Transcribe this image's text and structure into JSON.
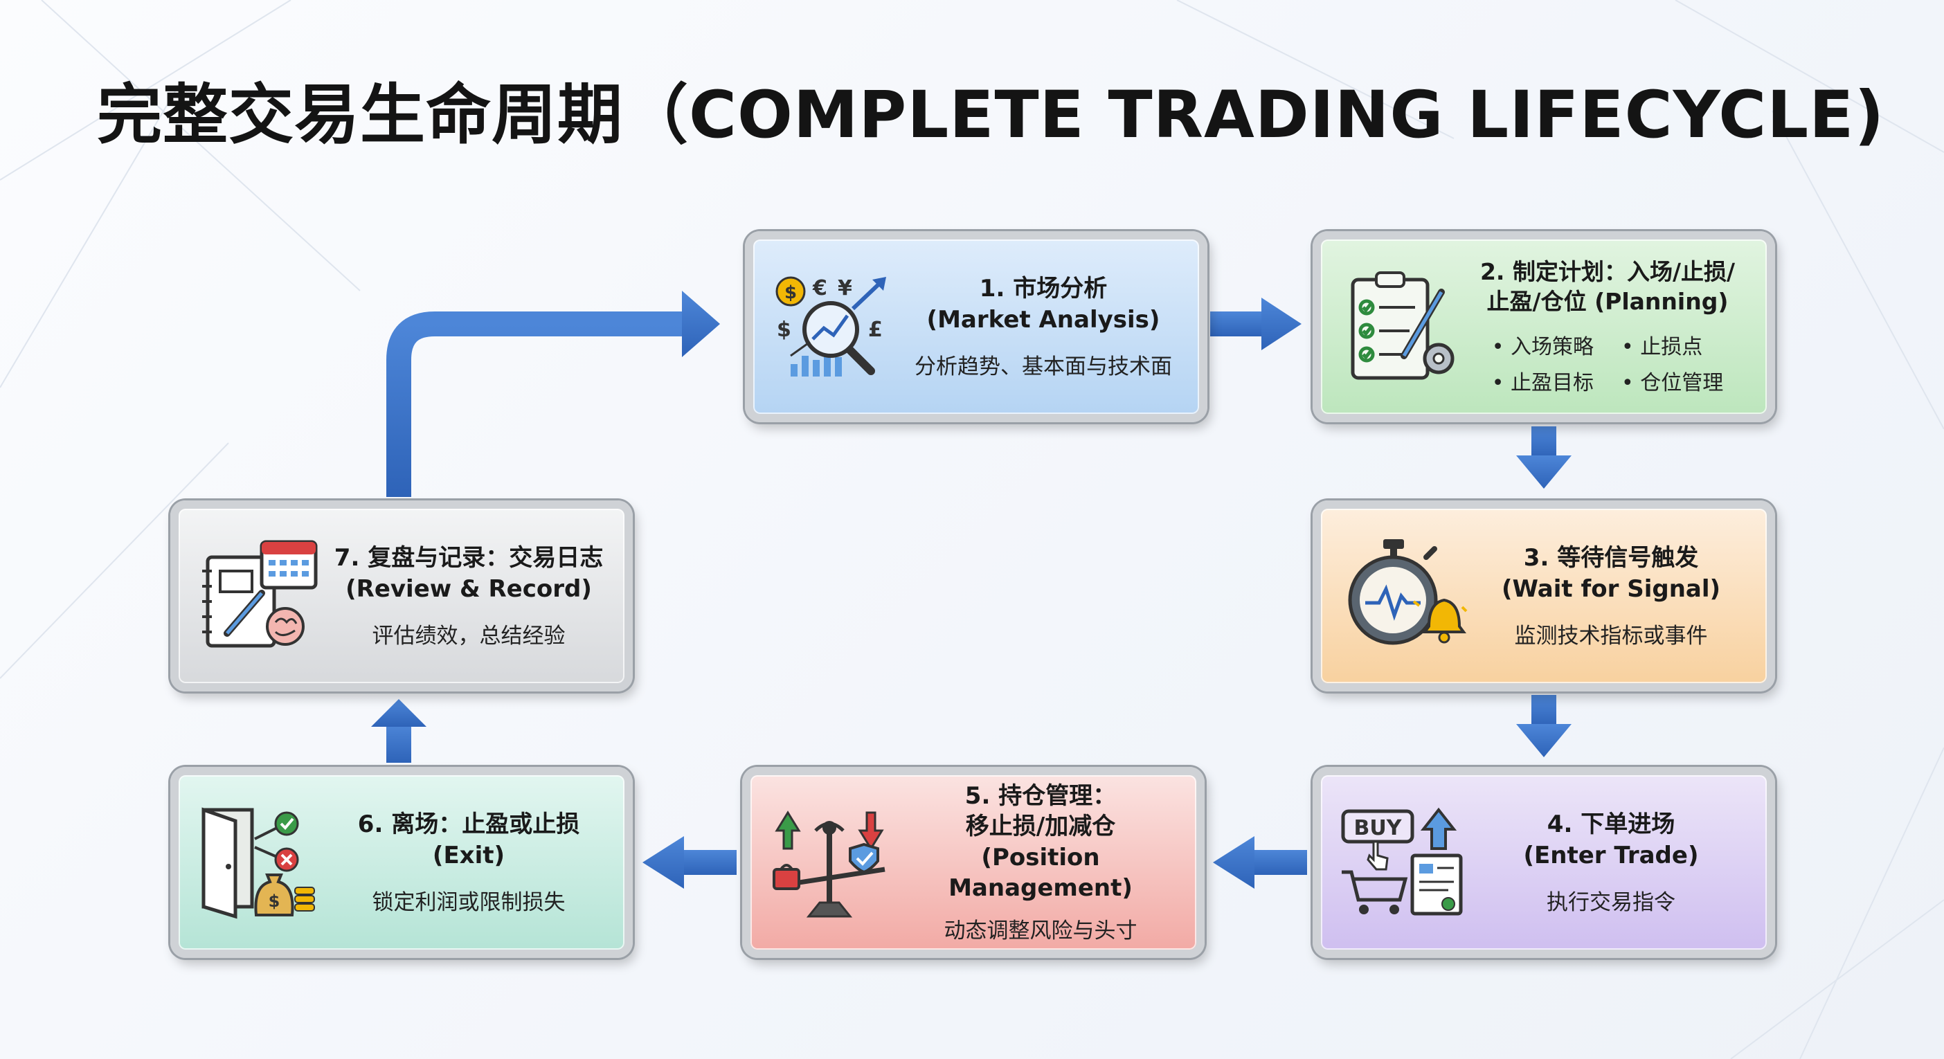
{
  "title": "完整交易生命周期（COMPLETE TRADING LIFECYCLE)",
  "colors": {
    "arrow": "#3b72c9",
    "arrow_dark": "#2a5aa8"
  },
  "steps": [
    {
      "title": "1. 市场分析",
      "subtitle": "(Market Analysis)",
      "desc": "分析趋势、基本面与技术面",
      "icon": "market-analysis-icon"
    },
    {
      "title": "2. 制定计划：入场/止损/",
      "subtitle": "止盈/仓位 (Planning)",
      "bullets": [
        "入场策略",
        "止损点",
        "止盈目标",
        "仓位管理"
      ],
      "icon": "planning-checklist-icon"
    },
    {
      "title": "3. 等待信号触发",
      "subtitle": "(Wait for Signal)",
      "desc": "监测技术指标或事件",
      "icon": "stopwatch-bell-icon"
    },
    {
      "title": "4. 下单进场",
      "subtitle": "(Enter Trade)",
      "desc": "执行交易指令",
      "icon": "buy-cart-icon"
    },
    {
      "title": "5. 持仓管理：",
      "subtitle": "移止损/加减仓",
      "subtitle2": "(Position Management)",
      "desc": "动态调整风险与头寸",
      "icon": "balance-scale-icon"
    },
    {
      "title": "6. 离场：止盈或止损",
      "subtitle": "(Exit)",
      "desc": "锁定利润或限制损失",
      "icon": "exit-door-icon"
    },
    {
      "title": "7. 复盘与记录：交易日志",
      "subtitle": "(Review & Record)",
      "desc": "评估绩效，总结经验",
      "icon": "journal-calendar-icon"
    }
  ],
  "icons": {
    "market": {
      "dollar": "$",
      "euro": "€",
      "yen": "¥",
      "pound": "£"
    },
    "buy_label": "BUY"
  }
}
